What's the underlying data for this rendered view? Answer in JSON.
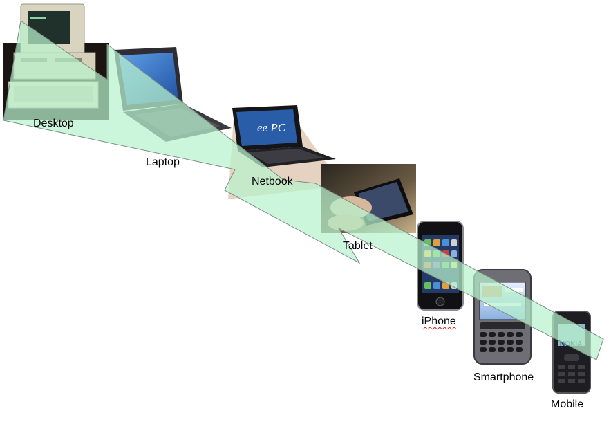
{
  "devices": [
    {
      "id": "desktop",
      "label": "Desktop"
    },
    {
      "id": "laptop",
      "label": "Laptop"
    },
    {
      "id": "netbook",
      "label": "Netbook",
      "screen_text": "ee PC"
    },
    {
      "id": "tablet",
      "label": "Tablet"
    },
    {
      "id": "iphone",
      "label": "iPhone"
    },
    {
      "id": "smartphone",
      "label": "Smartphone"
    },
    {
      "id": "mobile",
      "label": "Mobile",
      "brand_text": "NOKIA"
    }
  ],
  "colors": {
    "arrow_fill": "#b9f2cd",
    "arrow_stroke": "#7e8c84",
    "spell_underline": "#d01818"
  }
}
